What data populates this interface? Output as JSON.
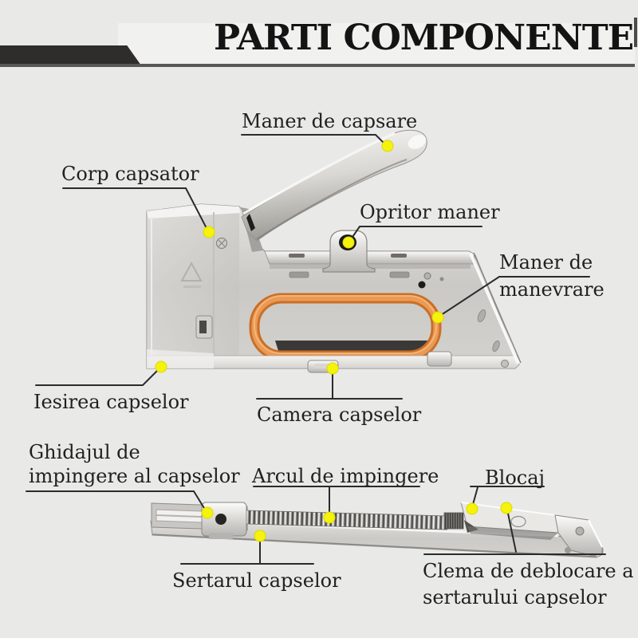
{
  "header": {
    "title": "PARTI COMPONENTE"
  },
  "labels": {
    "maner_de_capsare": "Maner de capsare",
    "corp_capsator": "Corp capsator",
    "opritor_maner": "Opritor maner",
    "maner_de_manevrare_1": "Maner de",
    "maner_de_manevrare_2": "manevrare",
    "iesirea_capselor": "Iesirea capselor",
    "camera_capselor": "Camera capselor",
    "ghidajul_1": "Ghidajul de",
    "ghidajul_2": "impingere al capselor",
    "arcul_de_impingere": "Arcul de impingere",
    "blocaj": "Blocaj",
    "sertarul_capselor": "Sertarul capselor",
    "clema_1": "Clema de deblocare a",
    "clema_2": "sertarului capselor"
  },
  "colors": {
    "background": "#e9e9e8",
    "marker_yellow": "#f5f20c",
    "handle_orange": "#e0853c",
    "banner_dark": "#2e2d2c",
    "text": "#212121"
  }
}
